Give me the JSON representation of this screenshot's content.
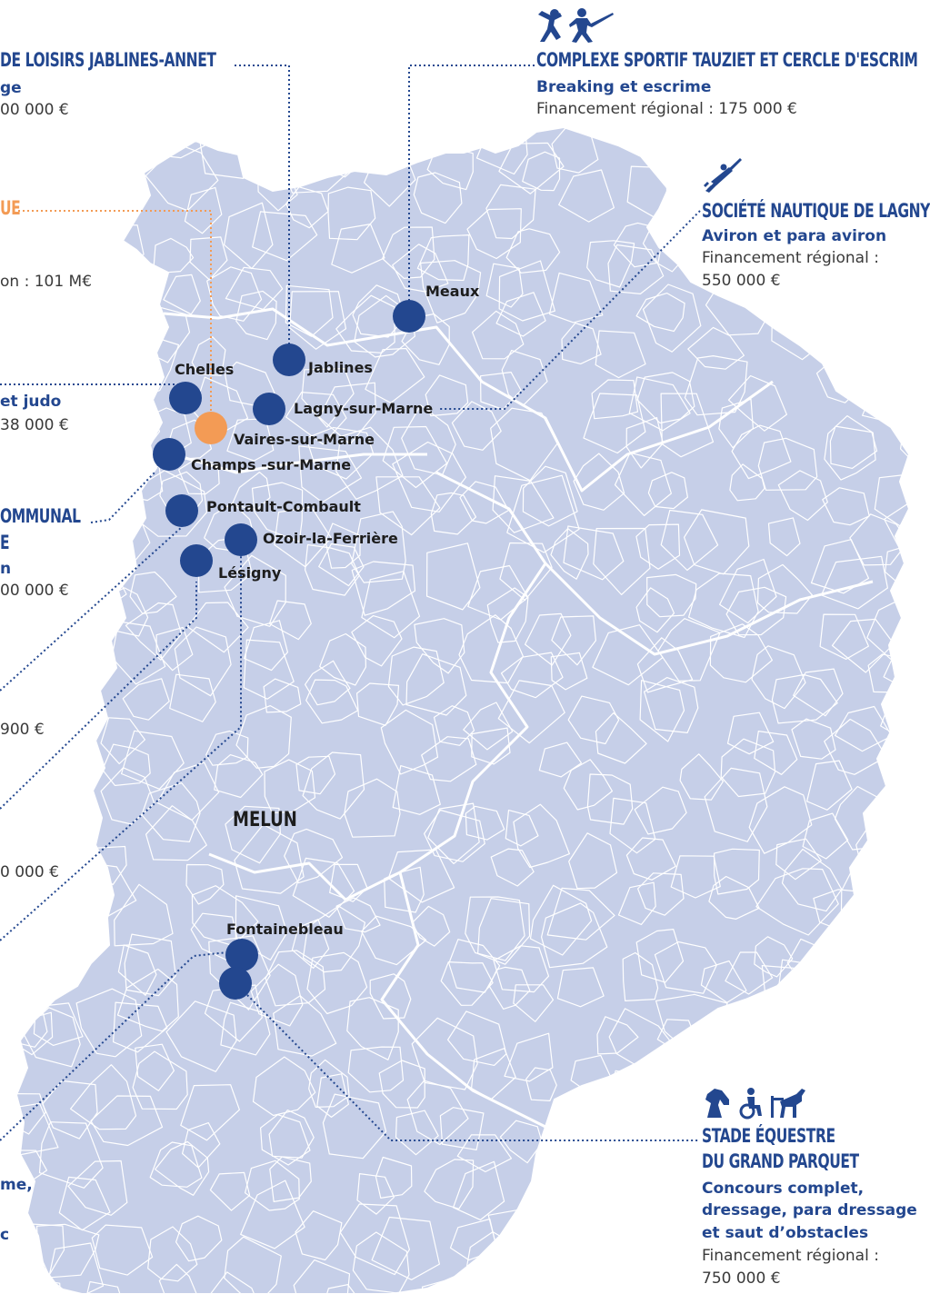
{
  "colors": {
    "map_fill": "#c6cfe8",
    "map_border": "#ffffff",
    "marker_blue": "#23478f",
    "marker_orange": "#f39b55",
    "heading_blue": "#23478f",
    "heading_orange": "#f39b55",
    "leader_line": "#23478f"
  },
  "capital": "MELUN",
  "cities": [
    {
      "name": "Meaux",
      "marker": "blue"
    },
    {
      "name": "Jablines",
      "marker": "blue"
    },
    {
      "name": "Chelles",
      "marker": "blue"
    },
    {
      "name": "Lagny-sur-Marne",
      "marker": "blue"
    },
    {
      "name": "Vaires-sur-Marne",
      "marker": "orange"
    },
    {
      "name": "Champs -sur-Marne",
      "marker": "blue"
    },
    {
      "name": "Pontault-Combault",
      "marker": "blue"
    },
    {
      "name": "Ozoir-la-Ferrière",
      "marker": "blue"
    },
    {
      "name": "Lésigny",
      "marker": "blue"
    },
    {
      "name": "Fontainebleau",
      "marker": "blue"
    },
    {
      "name": "",
      "marker": "blue"
    }
  ],
  "callouts": {
    "jablines": {
      "title": "DE LOISIRS JABLINES-ANNET",
      "sub": "ge",
      "funding": "00 000 €"
    },
    "tauziet": {
      "title": "COMPLEXE SPORTIF TAUZIET ET CERCLE D'ESCRIM",
      "sub": "Breaking et escrime",
      "funding": "Financement régional : 175 000 €",
      "icons": [
        "breakdance-icon",
        "fencing-icon"
      ]
    },
    "vaires": {
      "title": "UE",
      "funding": "on : 101 M€"
    },
    "lagny": {
      "title": "SOCIÉTÉ NAUTIQUE DE LAGNY",
      "sub": "Aviron et para aviron",
      "funding_line1": "Financement régional :",
      "funding_line2": "550 000 €",
      "icons": [
        "rowing-icon"
      ]
    },
    "chelles": {
      "sub": "et judo",
      "funding": "38 000 €"
    },
    "champs": {
      "title_line1": "OMMUNAL",
      "title_line2": "E",
      "sub": "n",
      "funding": "00 000 €"
    },
    "pontault": {
      "funding": "900 €"
    },
    "ozoir": {
      "funding": "0 000 €"
    },
    "fontainebleau": {
      "sub_line1": "me,",
      "sub_line2": "c"
    },
    "grand_parquet": {
      "title_line1": "STADE ÉQUESTRE",
      "title_line2": "DU GRAND PARQUET",
      "sub_line1": "Concours complet,",
      "sub_line2": "dressage, para dressage",
      "sub_line3": "et saut d’obstacles",
      "funding_line1": "Financement régional :",
      "funding_line2": "750 000 €",
      "icons": [
        "horse-head-icon",
        "para-equestrian-icon",
        "show-jumping-icon"
      ]
    }
  }
}
